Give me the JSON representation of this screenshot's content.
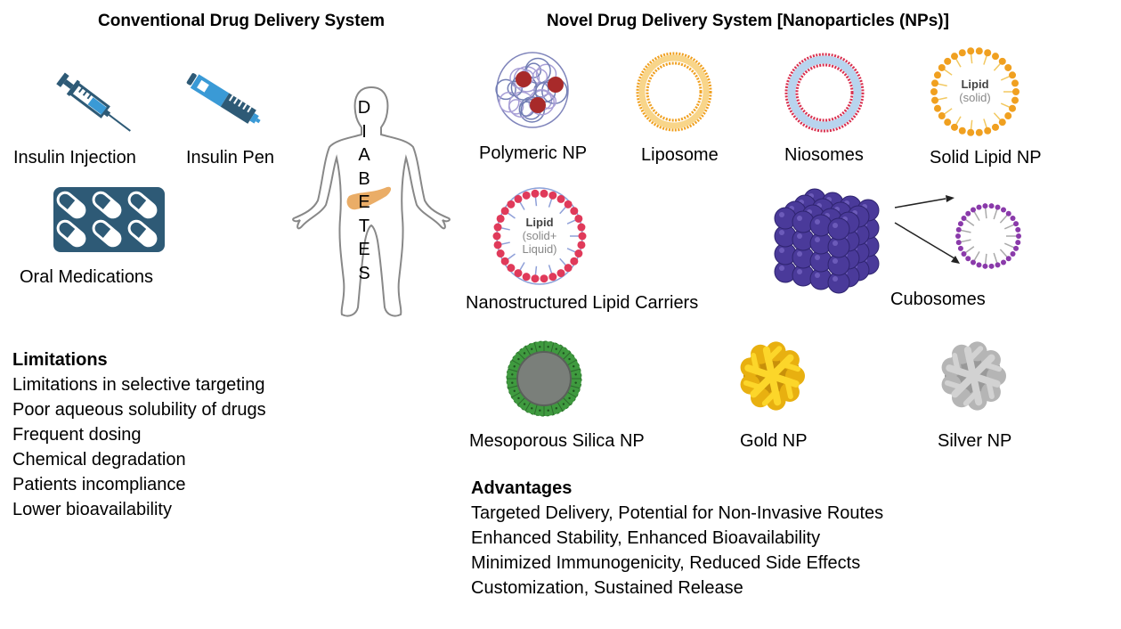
{
  "left": {
    "title": "Conventional Drug Delivery System",
    "items": [
      {
        "label": "Insulin Injection",
        "icon": "syringe-icon"
      },
      {
        "label": "Insulin Pen",
        "icon": "insulin-pen-icon"
      },
      {
        "label": "Oral Medications",
        "icon": "pill-blister-icon"
      }
    ],
    "body_word": [
      "D",
      "I",
      "A",
      "B",
      "E",
      "T",
      "E",
      "S"
    ],
    "limitations": {
      "heading": "Limitations",
      "items": [
        "Limitations in selective targeting",
        "Poor aqueous solubility of drugs",
        "Frequent dosing",
        "Chemical degradation",
        "Patients incompliance",
        "Lower bioavailability"
      ]
    }
  },
  "right": {
    "title": "Novel Drug Delivery System [Nanoparticles (NPs)]",
    "nanoparticles": [
      {
        "label": "Polymeric NP"
      },
      {
        "label": "Liposome"
      },
      {
        "label": "Niosomes"
      },
      {
        "label": "Solid Lipid NP",
        "core_text": "Lipid",
        "core_sub": "(solid)"
      },
      {
        "label": "Nanostructured Lipid Carriers",
        "core_text": "Lipid",
        "core_sub1": "(solid+",
        "core_sub2": "Liquid)"
      },
      {
        "label": "Cubosomes"
      },
      {
        "label": "Mesoporous Silica NP"
      },
      {
        "label": "Gold NP"
      },
      {
        "label": "Silver NP"
      }
    ],
    "advantages": {
      "heading": "Advantages",
      "items": [
        "Targeted Delivery, Potential for Non-Invasive Routes",
        "Enhanced Stability, Enhanced Bioavailability",
        "Minimized Immunogenicity, Reduced Side Effects",
        "Customization, Sustained Release"
      ]
    }
  },
  "colors": {
    "icon_dark": "#2e5a76",
    "icon_light": "#3a9ad6",
    "pancreas": "#e8a457",
    "liposome": "#f0a020",
    "niosome_head": "#d9304f",
    "niosome_tail": "#b8d4ee",
    "cubosome": "#4a3a9a",
    "silica": "#3f9a3f",
    "gold": "#f2c012",
    "silver": "#bdbdbd"
  }
}
